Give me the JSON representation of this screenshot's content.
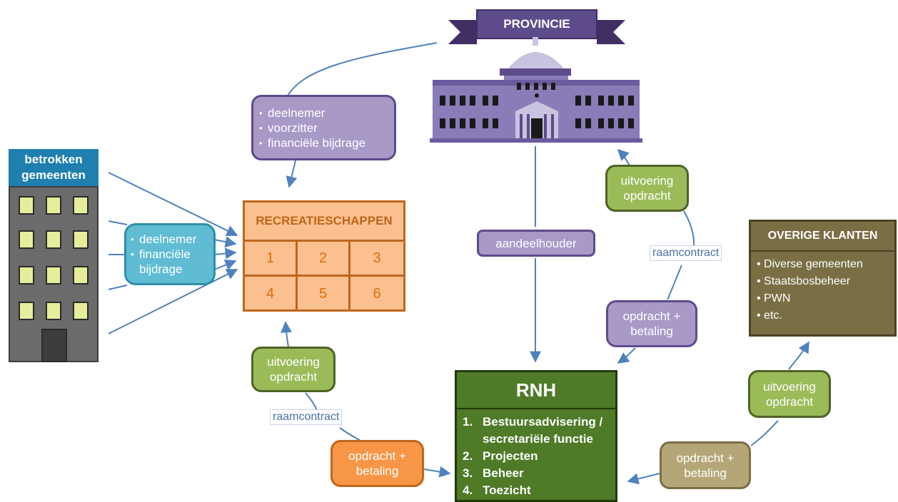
{
  "province": {
    "label": "PROVINCIE"
  },
  "gemeenten": {
    "label_line1": "betrokken",
    "label_line2": "gemeenten"
  },
  "province_role": {
    "items": [
      "deelnemer",
      "voorzitter",
      "financiële bijdrage"
    ]
  },
  "gemeenten_role": {
    "items": [
      "deelnemer",
      "financiële bijdrage"
    ]
  },
  "recreatieschappen": {
    "title": "RECREATIESCHAPPEN",
    "cells": [
      "1",
      "2",
      "3",
      "4",
      "5",
      "6"
    ]
  },
  "aandeelhouder": "aandeelhouder",
  "rnh": {
    "title": "RNH",
    "items": [
      {
        "num": "1.",
        "text": "Bestuursadvisering / secretariële functie"
      },
      {
        "num": "2.",
        "text": "Projecten"
      },
      {
        "num": "3.",
        "text": "Beheer"
      },
      {
        "num": "4.",
        "text": "Toezicht"
      }
    ]
  },
  "overige": {
    "title": "OVERIGE KLANTEN",
    "items": [
      "Diverse gemeenten",
      "Staatsbosbeheer",
      "PWN",
      "etc."
    ]
  },
  "flows": {
    "uitvoering_line1": "uitvoering",
    "uitvoering_line2": "opdracht",
    "opdracht_line1": "opdracht +",
    "opdracht_line2": "betaling",
    "raamcontract": "raamcontract"
  },
  "colors": {
    "purple": "#a899c7",
    "green": "#9bbb59",
    "orange": "#f79646",
    "khaki": "#b5a677",
    "rnh_green": "#4f7a28",
    "arrow": "#4f81bd"
  }
}
